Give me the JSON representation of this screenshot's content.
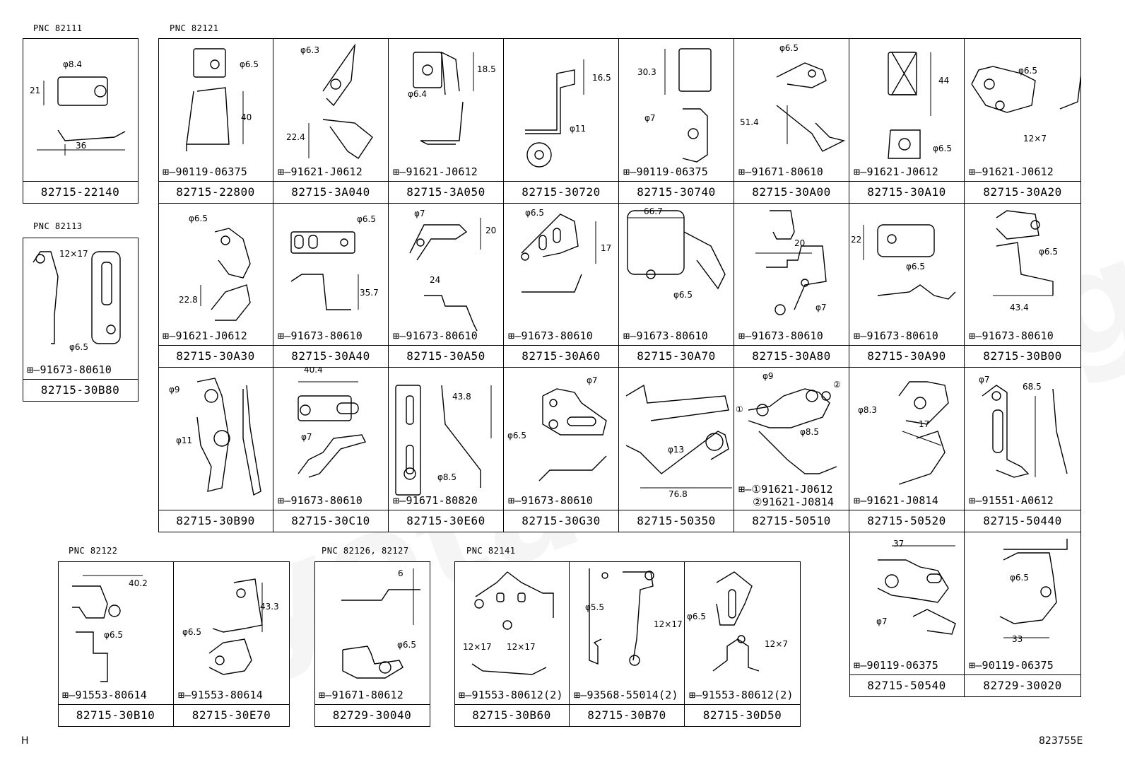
{
  "pnc_labels": {
    "p82111": "PNC  82111",
    "p82121": "PNC  82121",
    "p82113": "PNC  82113",
    "p82122": "PNC  82122",
    "p82126": "PNC  82126, 82127",
    "p82141": "PNC  82141"
  },
  "cells": {
    "c22140": {
      "part": "82715-22140",
      "bolt": "",
      "dims": [
        "φ8.4",
        "21",
        "36"
      ]
    },
    "c22800": {
      "part": "82715-22800",
      "bolt": "90119-06375",
      "dims": [
        "φ6.5",
        "40"
      ]
    },
    "c3A040": {
      "part": "82715-3A040",
      "bolt": "91621-J0612",
      "dims": [
        "φ6.3",
        "22.4"
      ]
    },
    "c3A050": {
      "part": "82715-3A050",
      "bolt": "91621-J0612",
      "dims": [
        "18.5",
        "φ6.4"
      ]
    },
    "c30720": {
      "part": "82715-30720",
      "bolt": "",
      "dims": [
        "16.5",
        "φ11"
      ]
    },
    "c30740": {
      "part": "82715-30740",
      "bolt": "90119-06375",
      "dims": [
        "30.3",
        "φ7"
      ]
    },
    "c30A00": {
      "part": "82715-30A00",
      "bolt": "91671-80610",
      "dims": [
        "φ6.5",
        "51.4"
      ]
    },
    "c30A10": {
      "part": "82715-30A10",
      "bolt": "91621-J0612",
      "dims": [
        "44",
        "φ6.5"
      ]
    },
    "c30A20": {
      "part": "82715-30A20",
      "bolt": "91621-J0612",
      "dims": [
        "φ6.5",
        "12×7"
      ]
    },
    "c30B80": {
      "part": "82715-30B80",
      "bolt": "91673-80610",
      "dims": [
        "12×17",
        "φ6.5"
      ]
    },
    "c30A30": {
      "part": "82715-30A30",
      "bolt": "91621-J0612",
      "dims": [
        "φ6.5",
        "22.8"
      ]
    },
    "c30A40": {
      "part": "82715-30A40",
      "bolt": "91673-80610",
      "dims": [
        "φ6.5",
        "35.7"
      ]
    },
    "c30A50": {
      "part": "82715-30A50",
      "bolt": "91673-80610",
      "dims": [
        "φ7",
        "20",
        "24"
      ]
    },
    "c30A60": {
      "part": "82715-30A60",
      "bolt": "91673-80610",
      "dims": [
        "φ6.5",
        "17"
      ]
    },
    "c30A70": {
      "part": "82715-30A70",
      "bolt": "91673-80610",
      "dims": [
        "66.7",
        "φ6.5"
      ]
    },
    "c30A80": {
      "part": "82715-30A80",
      "bolt": "91673-80610",
      "dims": [
        "20",
        "φ7"
      ]
    },
    "c30A90": {
      "part": "82715-30A90",
      "bolt": "91673-80610",
      "dims": [
        "22",
        "φ6.5"
      ]
    },
    "c30B00": {
      "part": "82715-30B00",
      "bolt": "91673-80610",
      "dims": [
        "φ6.5",
        "43.4"
      ]
    },
    "c30B90": {
      "part": "82715-30B90",
      "bolt": "",
      "dims": [
        "φ9",
        "φ11"
      ]
    },
    "c30C10": {
      "part": "82715-30C10",
      "bolt": "91673-80610",
      "dims": [
        "40.4",
        "φ7"
      ]
    },
    "c30E60": {
      "part": "82715-30E60",
      "bolt": "91671-80820",
      "dims": [
        "43.8",
        "φ8.5"
      ]
    },
    "c30G30": {
      "part": "82715-30G30",
      "bolt": "91673-80610",
      "dims": [
        "φ7",
        "φ6.5"
      ]
    },
    "c50350": {
      "part": "82715-50350",
      "bolt": "",
      "dims": [
        "φ13",
        "76.8"
      ]
    },
    "c50510": {
      "part": "82715-50510",
      "bolt": "①91621-J0612",
      "bolt2": "②91621-J0814",
      "dims": [
        "φ9",
        "②",
        "①",
        "φ8.5"
      ]
    },
    "c50520": {
      "part": "82715-50520",
      "bolt": "91621-J0814",
      "dims": [
        "φ8.3",
        "17"
      ]
    },
    "c50440": {
      "part": "82715-50440",
      "bolt": "91551-A0612",
      "dims": [
        "φ7",
        "68.5"
      ]
    },
    "c50540": {
      "part": "82715-50540",
      "bolt": "90119-06375",
      "dims": [
        "37",
        "φ7"
      ]
    },
    "c30020": {
      "part": "82729-30020",
      "bolt": "90119-06375",
      "dims": [
        "φ6.5",
        "33"
      ]
    },
    "c30B10": {
      "part": "82715-30B10",
      "bolt": "91553-80614",
      "dims": [
        "40.2",
        "φ6.5"
      ]
    },
    "c30E70": {
      "part": "82715-30E70",
      "bolt": "91553-80614",
      "dims": [
        "43.3",
        "φ6.5"
      ]
    },
    "c30040": {
      "part": "82729-30040",
      "bolt": "91671-80612",
      "dims": [
        "6",
        "φ6.5"
      ]
    },
    "c30B60": {
      "part": "82715-30B60",
      "bolt": "91553-80612(2)",
      "dims": [
        "12×17",
        "12×17"
      ]
    },
    "c30B70": {
      "part": "82715-30B70",
      "bolt": "93568-55014(2)",
      "dims": [
        "φ5.5",
        "12×17"
      ]
    },
    "c30D50": {
      "part": "82715-30D50",
      "bolt": "91553-80612(2)",
      "dims": [
        "φ6.5",
        "12×7"
      ]
    }
  },
  "corner_left": "H",
  "corner_right": "823755E"
}
